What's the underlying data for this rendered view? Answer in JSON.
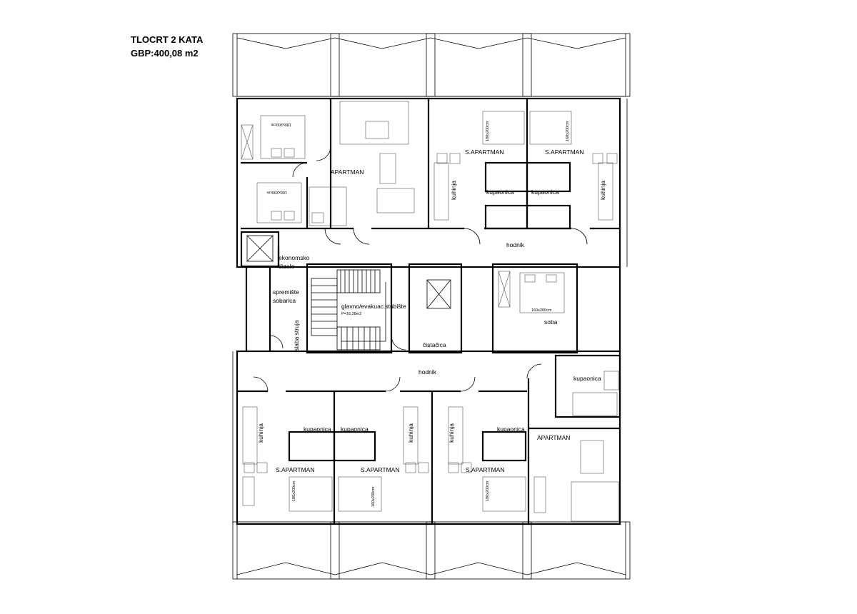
{
  "title": {
    "line1": "TLOCRT 2 KATA",
    "line2": "GBP:400,08 m2"
  },
  "labels": {
    "apartman": "APARTMAN",
    "s_apartman": "S.APARTMAN",
    "kuhinja": "kuhinja",
    "kupaonica": "kupaonica",
    "hodnik": "hodnik",
    "soba": "soba",
    "ekonomsko": "ekonomsko",
    "dizalo": "dizalo",
    "spremiste": "spremište",
    "sobarica": "sobarica",
    "slaba_struja": "slaba struja",
    "stubiste": "glavno/evakuac.stubište",
    "stubiste_area": "P=16,28m2",
    "cistacica": "čistačica"
  },
  "bed_sizes": {
    "bed_180": "180x200cm",
    "bed_160": "160x200cm"
  }
}
